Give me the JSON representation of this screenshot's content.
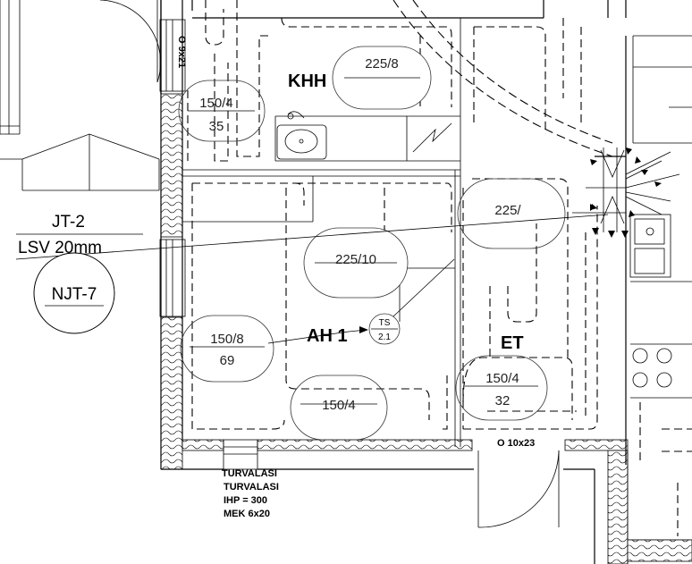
{
  "rooms": {
    "khh": "KHH",
    "ah": "AH 1",
    "et": "ET"
  },
  "circuits": [
    {
      "top": "225/8",
      "bottom": ""
    },
    {
      "top": "150/4",
      "bottom": "35"
    },
    {
      "top": "225/",
      "bottom": ""
    },
    {
      "top": "225/10",
      "bottom": ""
    },
    {
      "top": "150/8",
      "bottom": "69"
    },
    {
      "top": "150/4",
      "bottom": "32"
    },
    {
      "top": "150/4",
      "bottom": ""
    }
  ],
  "thermostat": {
    "top": "TS",
    "bottom": "2.1"
  },
  "callout": {
    "line1": "JT-2",
    "line2": "LSV 20mm",
    "tag": "NJT-7"
  },
  "openings": {
    "window_left": "O 9x21",
    "door_bottom": "O 10x23"
  },
  "notes": [
    "TURVALASI",
    "TURVALASI",
    "IHP = 300",
    "MEK 6x20"
  ]
}
